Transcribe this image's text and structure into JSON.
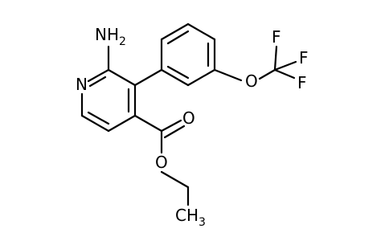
{
  "atoms": {
    "n_ring": "N",
    "nh2_main": "NH",
    "nh2_sub": "2",
    "o_ether": "O",
    "f_top": "F",
    "f_right": "F",
    "f_lower": "F",
    "o_carbonyl": "O",
    "o_ester": "O",
    "ch3_main": "CH",
    "ch3_sub": "3"
  },
  "colors": {
    "bond": "#000000",
    "text": "#000000",
    "background": "#ffffff"
  }
}
